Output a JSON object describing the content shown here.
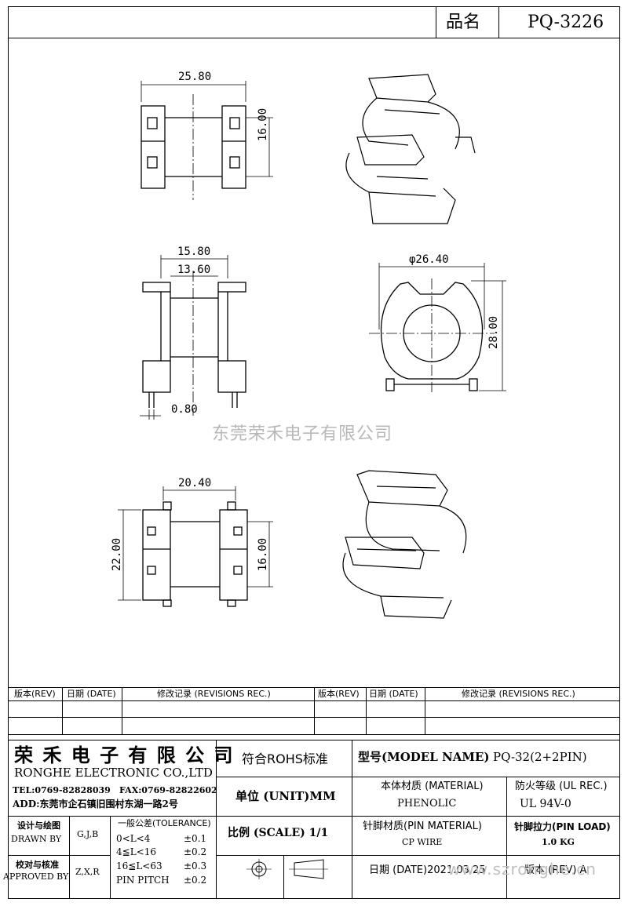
{
  "header": {
    "label": "品名",
    "part_no": "PQ-3226"
  },
  "drawing": {
    "dims": {
      "top_width": "25.80",
      "top_height": "16.00",
      "side_width_outer": "15.80",
      "side_width_inner": "13.60",
      "pin_width": "0.80",
      "front_diameter": "φ26.40",
      "front_height": "28.00",
      "bottom_width": "20.40",
      "bottom_height_outer": "22.00",
      "bottom_height_inner": "16.00"
    },
    "watermark": "东莞荣禾电子有限公司"
  },
  "revisions": {
    "headers": [
      "版本(REV)",
      "日期 (DATE)",
      "修改记录 (REVISIONS REC.)",
      "版本(REV)",
      "日期 (DATE)",
      "修改记录 (REVISIONS REC.)"
    ]
  },
  "title_block": {
    "company_cn": "荣 禾 电 子 有 限 公 司",
    "company_en": "RONGHE ELECTRONIC CO.,LTD",
    "tel": "TEL:0769-82828039",
    "fax": "FAX:0769-82822602",
    "address": "ADD:东莞市企石镇旧围村东湖一路2号",
    "rohs": "符合ROHS标准",
    "model_label": "型号(MODEL NAME)",
    "model_value": "PQ-32(2+2PIN)",
    "unit": "单位 (UNIT)MM",
    "material_label": "本体材质 (MATERIAL)",
    "material_value": "PHENOLIC",
    "fire_label": "防火等级 (UL REC.)",
    "fire_value": "UL 94V-0",
    "design_label": "设计与绘图",
    "drawn_by": "DRAWN BY",
    "design_value": "G,J,B",
    "check_label": "校对与核准",
    "approved_by": "APPROVED BY",
    "check_value": "Z,X,R",
    "tolerance_label": "一般公差(TOLERANCE)",
    "tol_rows": [
      {
        "range": "0<L<4",
        "val": "±0.1"
      },
      {
        "range": "4≦L<16",
        "val": "±0.2"
      },
      {
        "range": "16≦L<63",
        "val": "±0.3"
      },
      {
        "range": "PIN PITCH",
        "val": "±0.2"
      }
    ],
    "scale": "比例 (SCALE) 1/1",
    "pin_material_label": "针脚材质(PIN MATERIAL)",
    "pin_material_value": "CP WIRE",
    "pin_load_label": "针脚拉力(PIN LOAD)",
    "pin_load_value": "1.0 KG",
    "date": "日期 (DATE)2021.03.25",
    "rev": "版本 (REV) A",
    "website": "www.szronghe.cn"
  }
}
